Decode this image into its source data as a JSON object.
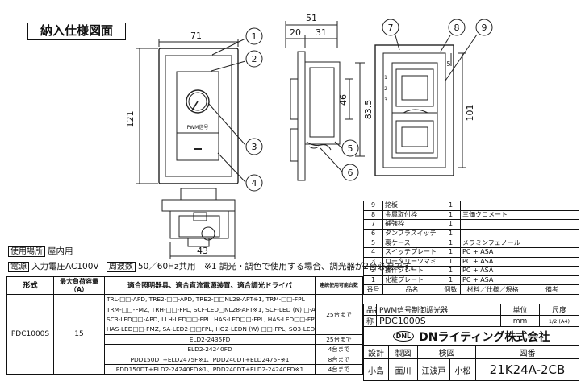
{
  "title": "納入仕様図面",
  "front_view": {
    "width_dim": "71",
    "height_dim": "121",
    "label": "PWM信号"
  },
  "side_view": {
    "dims": [
      "51",
      "20",
      "31",
      "46",
      "83.5"
    ]
  },
  "back_view": {
    "dims": [
      "101",
      "5"
    ],
    "labels": [
      "1",
      "2",
      "3"
    ]
  },
  "bottom_view": {
    "dim": "43"
  },
  "callouts": [
    "1",
    "2",
    "3",
    "4",
    "5",
    "6",
    "7",
    "8",
    "9"
  ],
  "specs": {
    "location_label": "使用場所",
    "location_value": "屋内用",
    "voltage_label": "電源",
    "voltage_value": "入力電圧AC100V",
    "freq_label": "周波数",
    "freq_value": "50／60Hz共用　※1 調光・調色で使用する場合、調光器が2台必要です。"
  },
  "parts_header": [
    "番号",
    "品名",
    "個数",
    "材料／仕様／規格",
    "備考"
  ],
  "parts": [
    {
      "no": "9",
      "name": "銘板",
      "qty": "1",
      "material": "",
      "remark": ""
    },
    {
      "no": "8",
      "name": "金属取付枠",
      "qty": "1",
      "material": "三価クロメート",
      "remark": ""
    },
    {
      "no": "7",
      "name": "補強枠",
      "qty": "1",
      "material": "",
      "remark": ""
    },
    {
      "no": "6",
      "name": "タンブラスイッチ",
      "qty": "1",
      "material": "",
      "remark": ""
    },
    {
      "no": "5",
      "name": "裏ケース",
      "qty": "1",
      "material": "メラミンフェノール",
      "remark": ""
    },
    {
      "no": "4",
      "name": "スイッチプレート",
      "qty": "1",
      "material": "PC + ASA",
      "remark": ""
    },
    {
      "no": "3",
      "name": "ロータリーツマミ",
      "qty": "1",
      "material": "PC + ASA",
      "remark": ""
    },
    {
      "no": "2",
      "name": "操作プレート",
      "qty": "1",
      "material": "PC + ASA",
      "remark": ""
    },
    {
      "no": "1",
      "name": "化粧プレート",
      "qty": "1",
      "material": "PC + ASA",
      "remark": ""
    }
  ],
  "product": {
    "name_label": "品名",
    "name_value": "PWM信号制御調光器",
    "code_label": "称",
    "code_value": "PDC1000S",
    "unit_label": "単位",
    "unit_value": "mm",
    "scale_label": "尺度",
    "scale_value": "1/2 (A4)"
  },
  "company": {
    "logo_text": "DNL",
    "name": "DNライティング株式会社"
  },
  "signoff": {
    "headers": [
      "設計",
      "製図",
      "検図",
      "図番"
    ],
    "values": [
      "小島",
      "面川",
      "江波戸",
      "小松",
      "21K24A-2CB"
    ]
  },
  "lighting_table": {
    "headers": [
      "形式",
      "最大負荷容量\n（A）",
      "適合照明器具、適合直流電源装置、適合調光ドライバ",
      "連続使用可能台数"
    ],
    "model": "PDC1000S",
    "capacity": "15",
    "rows": [
      {
        "text": "TRL-□□-APD, TRE2-□□-APD, TRE2-□□NL28-APT※1, TRM-□□-FPL",
        "count": ""
      },
      {
        "text": "TRM-□□-FMZ, TRH-□□-FPL, SCF-LED□NL28-APT※1, SCF-LED (N) □-APD",
        "count": "25台まで"
      },
      {
        "text": "SC3-LED□□-APD, LLH-LED□□-FPL, HAS-LED□□-FPL, HAS-LED□□-FPT※1",
        "count": ""
      },
      {
        "text": "HAS-LED□□-FMZ, SA-LED2-□□FPL, HO2-LEDN (W) □□-FPL, SO3-LED (N) □□-FPD",
        "count": ""
      },
      {
        "text": "ELD2-2435FD",
        "count": "25台まで"
      },
      {
        "text": "ELD2-24240FD",
        "count": "4台まで"
      },
      {
        "text": "PDD150DT+ELD2475F※1、PDD240DT+ELD2475F※1",
        "count": "8台まで"
      },
      {
        "text": "PDD150DT+ELD2-24240FD※1、PDD240DT+ELD2-24240FD※1",
        "count": "4台まで"
      }
    ]
  }
}
